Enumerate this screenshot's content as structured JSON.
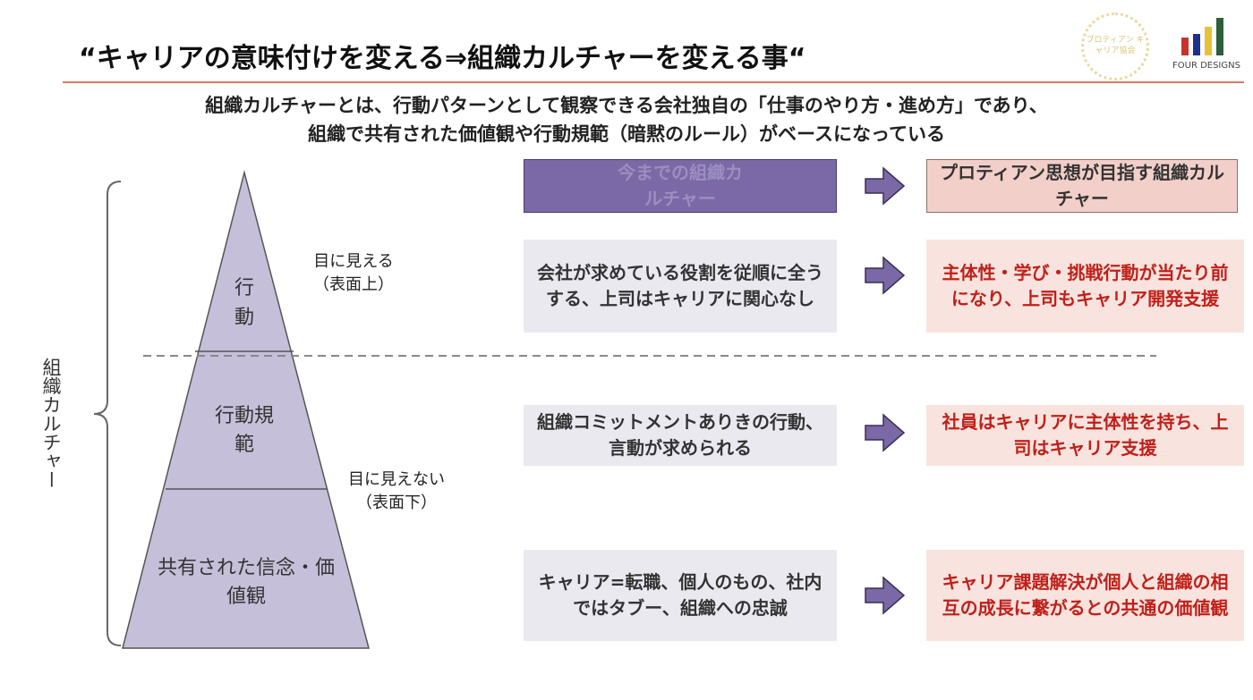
{
  "title": "“キャリアの意味付けを変える⇒組織カルチャーを変える事“",
  "subtitle": [
    "組織カルチャーとは、行動パターンとして観察できる会社独自の「仕事のやり方・進め方」であり、",
    "組織で共有された価値観や行動規範（暗黙のルール）がベースになっている"
  ],
  "logos": {
    "award": "プロティアン キャリア協会",
    "company": "FOUR DESIGNS"
  },
  "side_label": "組織カルチャー",
  "pyramid": {
    "top": "行動",
    "middle": "行動規範",
    "bottom": "共有された信念・価値観"
  },
  "visibility": {
    "visible": "目に見える（表面上）",
    "invisible": "目に見えない（表面下）"
  },
  "headers": {
    "current": "今までの組織カルチャー",
    "target": "プロティアン思想が目指す組織カルチャー"
  },
  "rows": [
    {
      "current": "会社が求めている役割を従順に全うする、上司はキャリアに関心なし",
      "target": "主体性・学び・挑戦行動が当たり前になり、上司もキャリア開発支援"
    },
    {
      "current": "組織コミットメントありきの行動、言動が求められる",
      "target": "社員はキャリアに主体性を持ち、上司はキャリア支援"
    },
    {
      "current": "キャリア=転職、個人のもの、社内ではタブー、組織への忠誠",
      "target": "キャリア課題解決が個人と組織の相互の成長に繋がるとの共通の価値観"
    }
  ],
  "colors": {
    "purple": "#7b68a6",
    "pink": "#f2cfc9",
    "red_text": "#c0201a",
    "rule": "#e07a5f"
  }
}
